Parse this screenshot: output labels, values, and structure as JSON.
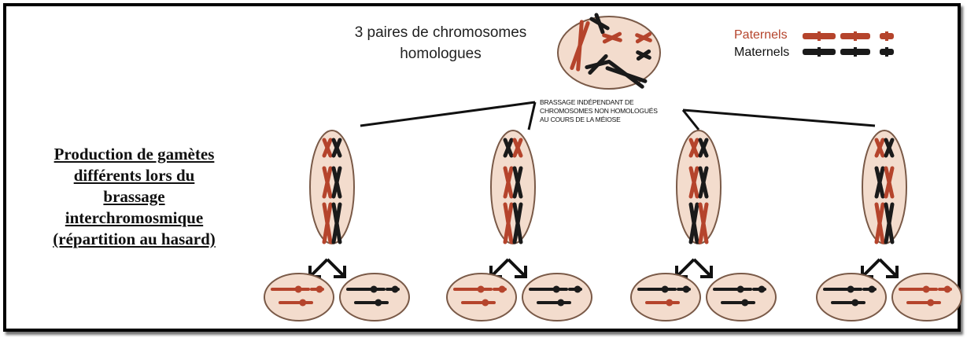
{
  "title_lines": [
    "Production de gamètes",
    "différents lors du",
    "brassage",
    "interchromosmique",
    "(répartition au hasard)"
  ],
  "top_caption_lines": [
    "3 paires de chromosomes",
    "homologues"
  ],
  "legend": {
    "paternal": "Paternels",
    "maternal": "Maternels"
  },
  "note_lines": [
    "BRASSAGE INDÉPENDANT DE",
    "CHROMOSOMES NON HOMOLOGUÉS",
    "AU COURS DE LA MÉIOSE"
  ],
  "colors": {
    "paternal": "#b5442c",
    "maternal": "#1a1a1a",
    "cell_fill": "#f3dccd",
    "cell_stroke": "#7a5a48"
  }
}
